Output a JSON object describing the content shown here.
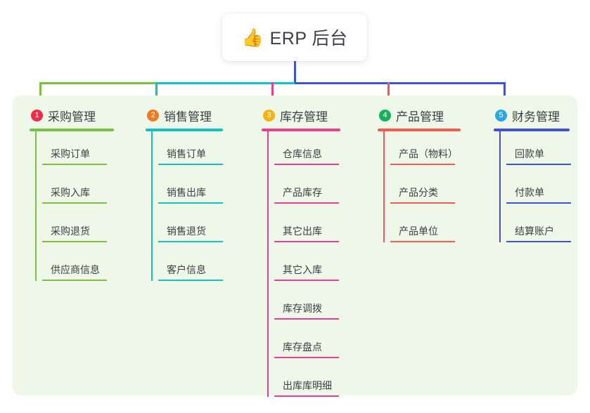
{
  "root": {
    "icon": "thumbs-up-icon",
    "emoji": "👍",
    "label": "ERP 后台"
  },
  "palette": {
    "panel_background": "#eef7e8",
    "page_background": "#ffffff",
    "text": "#3b3f45",
    "root_connector": "#4453c4"
  },
  "columns": [
    {
      "number": "1",
      "title": "采购管理",
      "badge_color": "#f02b4b",
      "line_color": "#7ac143",
      "items": [
        {
          "label": "采购订单"
        },
        {
          "label": "采购入库"
        },
        {
          "label": "采购退货"
        },
        {
          "label": "供应商信息"
        }
      ]
    },
    {
      "number": "2",
      "title": "销售管理",
      "badge_color": "#f07b1e",
      "line_color": "#12c2c2",
      "items": [
        {
          "label": "销售订单"
        },
        {
          "label": "销售出库"
        },
        {
          "label": "销售退货"
        },
        {
          "label": "客户信息"
        }
      ]
    },
    {
      "number": "3",
      "title": "库存管理",
      "badge_color": "#f5b313",
      "line_color": "#e63f94",
      "items": [
        {
          "label": "仓库信息"
        },
        {
          "label": "产品库存"
        },
        {
          "label": "其它出库"
        },
        {
          "label": "其它入库"
        },
        {
          "label": "库存调拨"
        },
        {
          "label": "库存盘点"
        },
        {
          "label": "出库库明细"
        }
      ]
    },
    {
      "number": "4",
      "title": "产品管理",
      "badge_color": "#13b35c",
      "line_color": "#f55a52",
      "items": [
        {
          "label": "产品（物料）"
        },
        {
          "label": "产品分类"
        },
        {
          "label": "产品单位"
        }
      ]
    },
    {
      "number": "5",
      "title": "财务管理",
      "badge_color": "#2aa9e0",
      "line_color": "#3f51d5",
      "items": [
        {
          "label": "回款单"
        },
        {
          "label": "付款单"
        },
        {
          "label": "结算账户"
        }
      ]
    }
  ]
}
